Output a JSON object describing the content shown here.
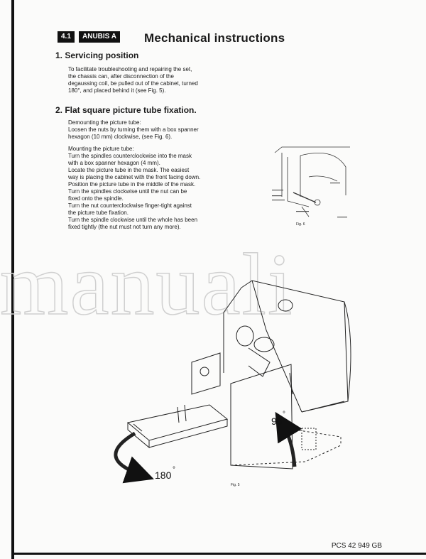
{
  "header": {
    "section_number": "4.1",
    "model_label": "ANUBIS A",
    "title": "Mechanical instructions"
  },
  "section1": {
    "heading": "1.  Servicing position",
    "lines": [
      "To facilitate troubleshooting and repairing the set,",
      "the chassis can, after disconnection of the",
      "degaussing coil, be pulled out of the cabinet, turned",
      "180°, and placed behind it (see Fig. 5)."
    ]
  },
  "section2": {
    "heading": "2.  Flat square picture tube fixation.",
    "demount_lines": [
      "Demounting the picture tube:",
      "Loosen the nuts by turning them with a box spanner",
      "hexagon (10 mm) clockwise, (see Fig. 6)."
    ],
    "mount_lines": [
      "Mounting the picture tube:",
      "Turn the spindles counterclockwise into the mask",
      "with a box spanner hexagon (4 mm).",
      "Locate the picture tube in the mask. The easiest",
      "way is placing the cabinet with the front facing down.",
      "Position the picture tube in the middle of the mask.",
      "Turn the spindles clockwise until the nut can be",
      "fixed onto the spindle.",
      "Turn the nut counterclockwise finger-tight against",
      "the picture tube fixation.",
      "Turn the spindle clockwise until the whole has been",
      "fixed tightly (the nut must not turn any more)."
    ]
  },
  "fig6": {
    "caption": "Fig. 6"
  },
  "fig5": {
    "caption": "Fig. 5",
    "angle_90": "90",
    "angle_180": "180",
    "degree_symbol": "°"
  },
  "watermark": {
    "text": "manuali"
  },
  "footer": {
    "code": "PCS 42 949 GB"
  }
}
